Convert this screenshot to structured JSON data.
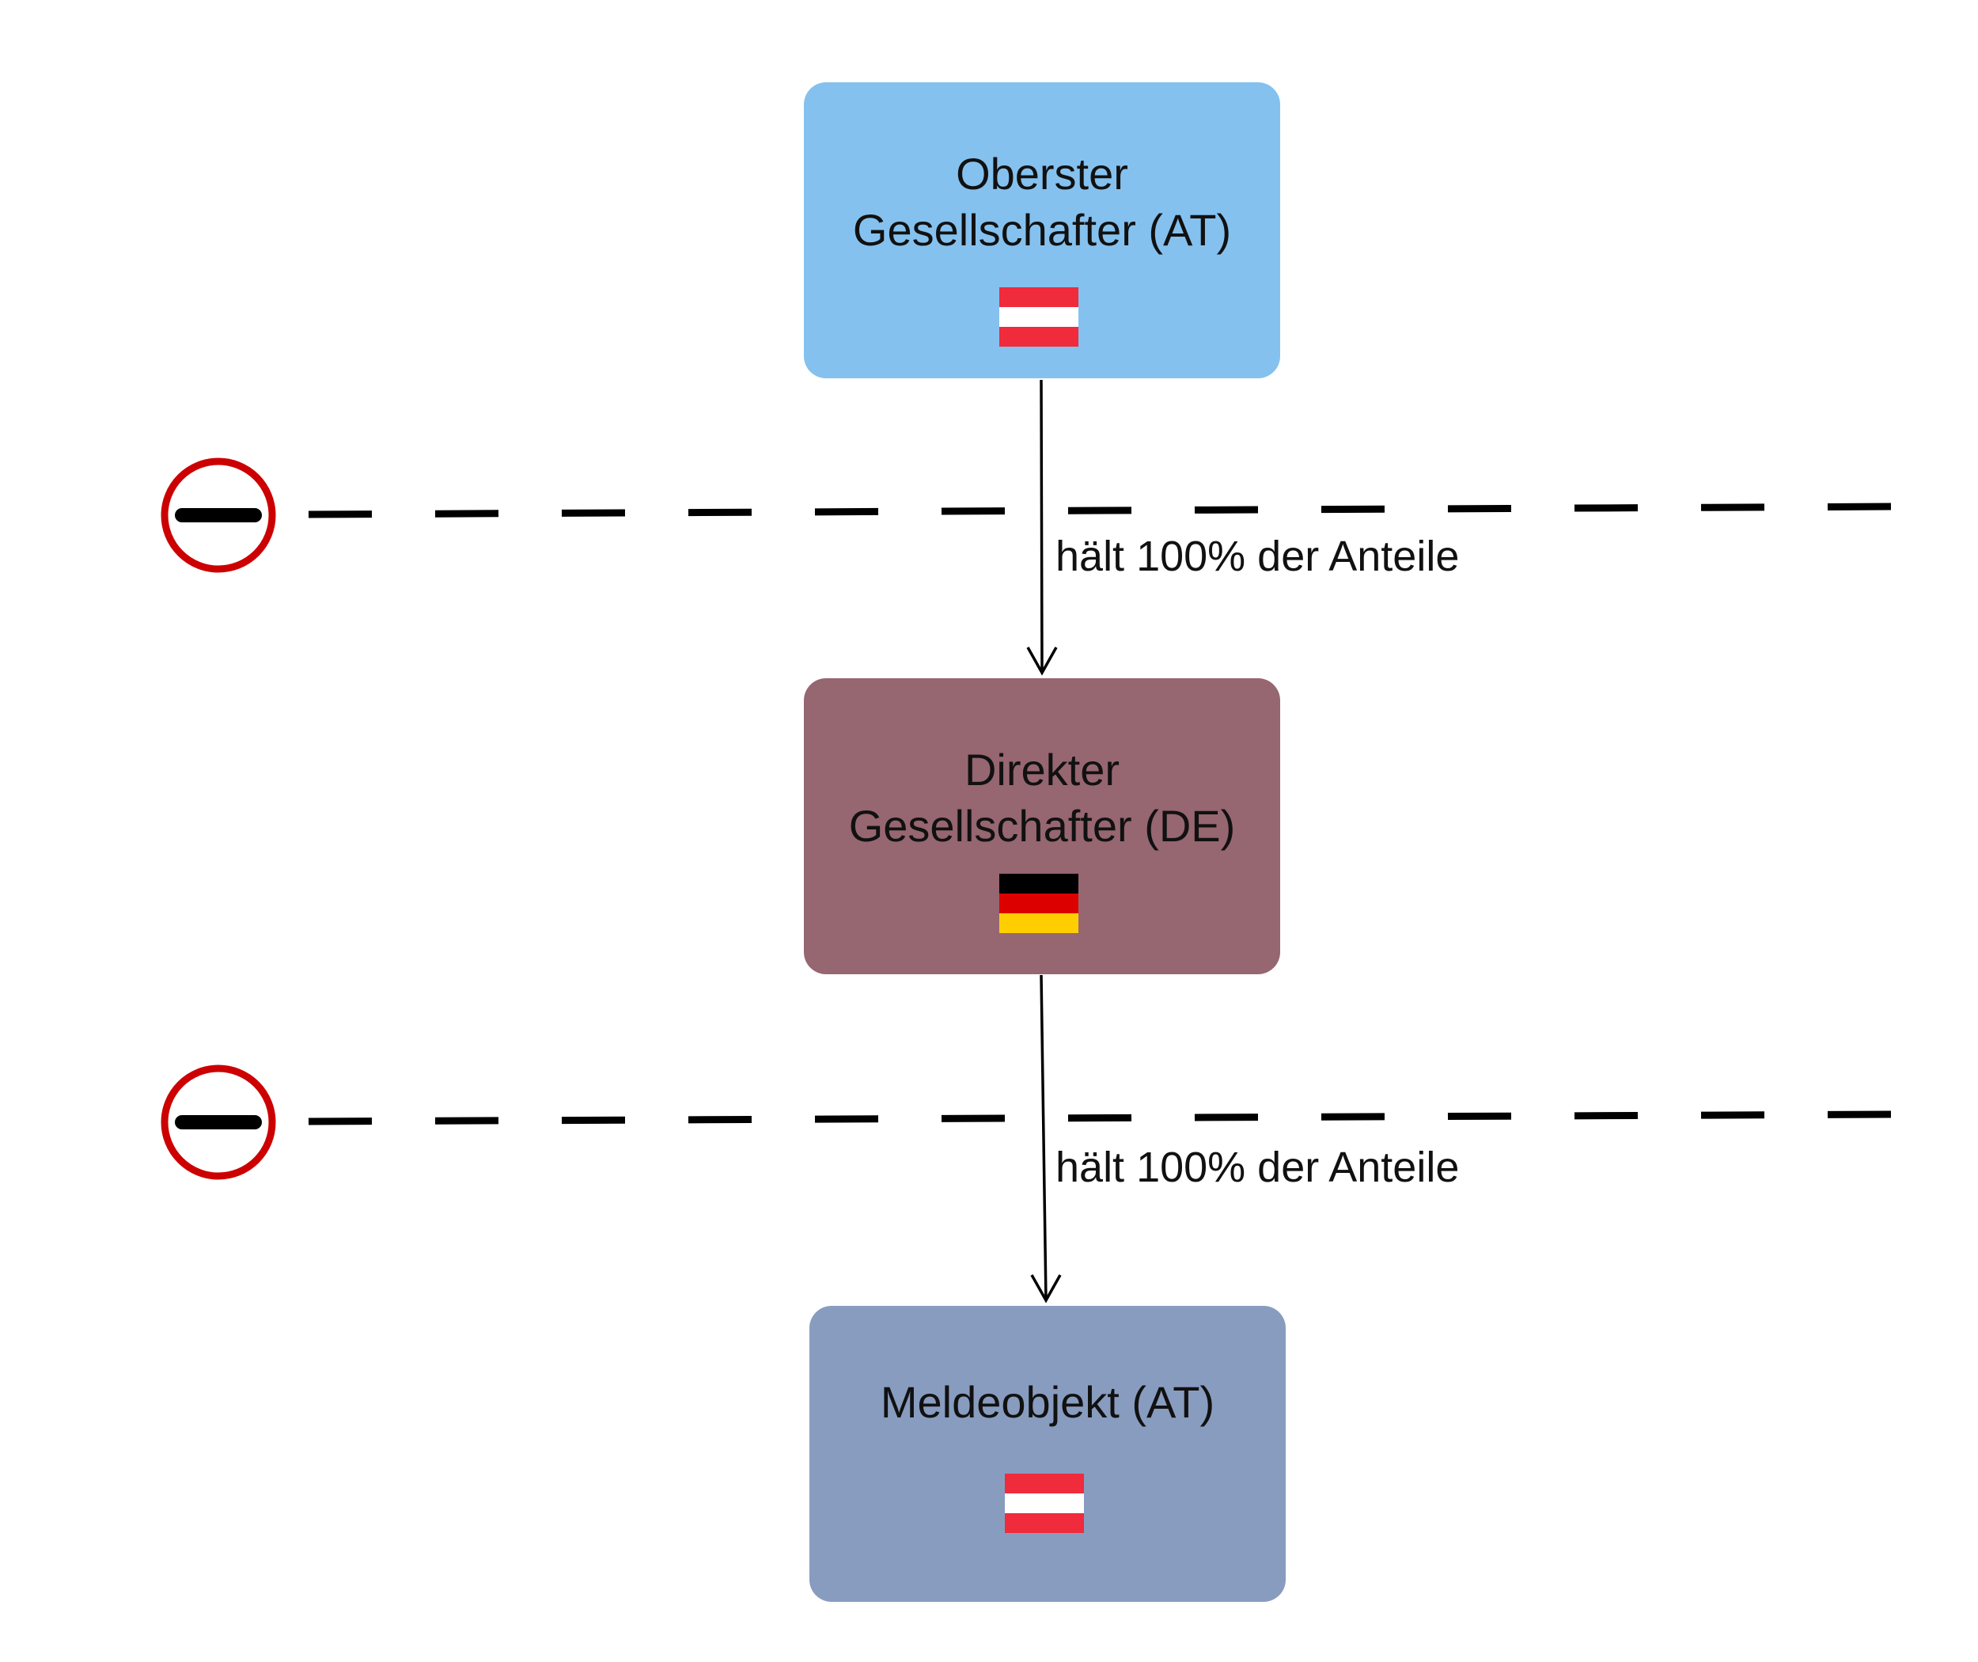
{
  "nodes": {
    "top": {
      "line1": "Oberster",
      "line2": "Gesellschafter (AT)",
      "color": "#85C1EE",
      "flag": "austria-flag"
    },
    "middle": {
      "line1": "Direkter",
      "line2": "Gesellschafter (DE)",
      "color": "#966671",
      "flag": "germany-flag"
    },
    "bottom": {
      "line1": "Meldeobjekt (AT)",
      "color": "#889CBF",
      "flag": "austria-flag"
    }
  },
  "edges": [
    {
      "from": "top",
      "to": "middle",
      "label": "hält 100% der Anteile"
    },
    {
      "from": "middle",
      "to": "bottom",
      "label": "hält 100% der Anteile"
    }
  ],
  "barriers": [
    {
      "icon": "no-entry-icon",
      "line_style": "dashed"
    },
    {
      "icon": "no-entry-icon",
      "line_style": "dashed"
    }
  ],
  "colors": {
    "austria_red": "#EF2B3C",
    "austria_white": "#FFFFFF",
    "germany_black": "#000000",
    "germany_red": "#DD0000",
    "germany_gold": "#FFCE00",
    "no_entry_ring": "#CC0000",
    "lines": "#000000"
  }
}
